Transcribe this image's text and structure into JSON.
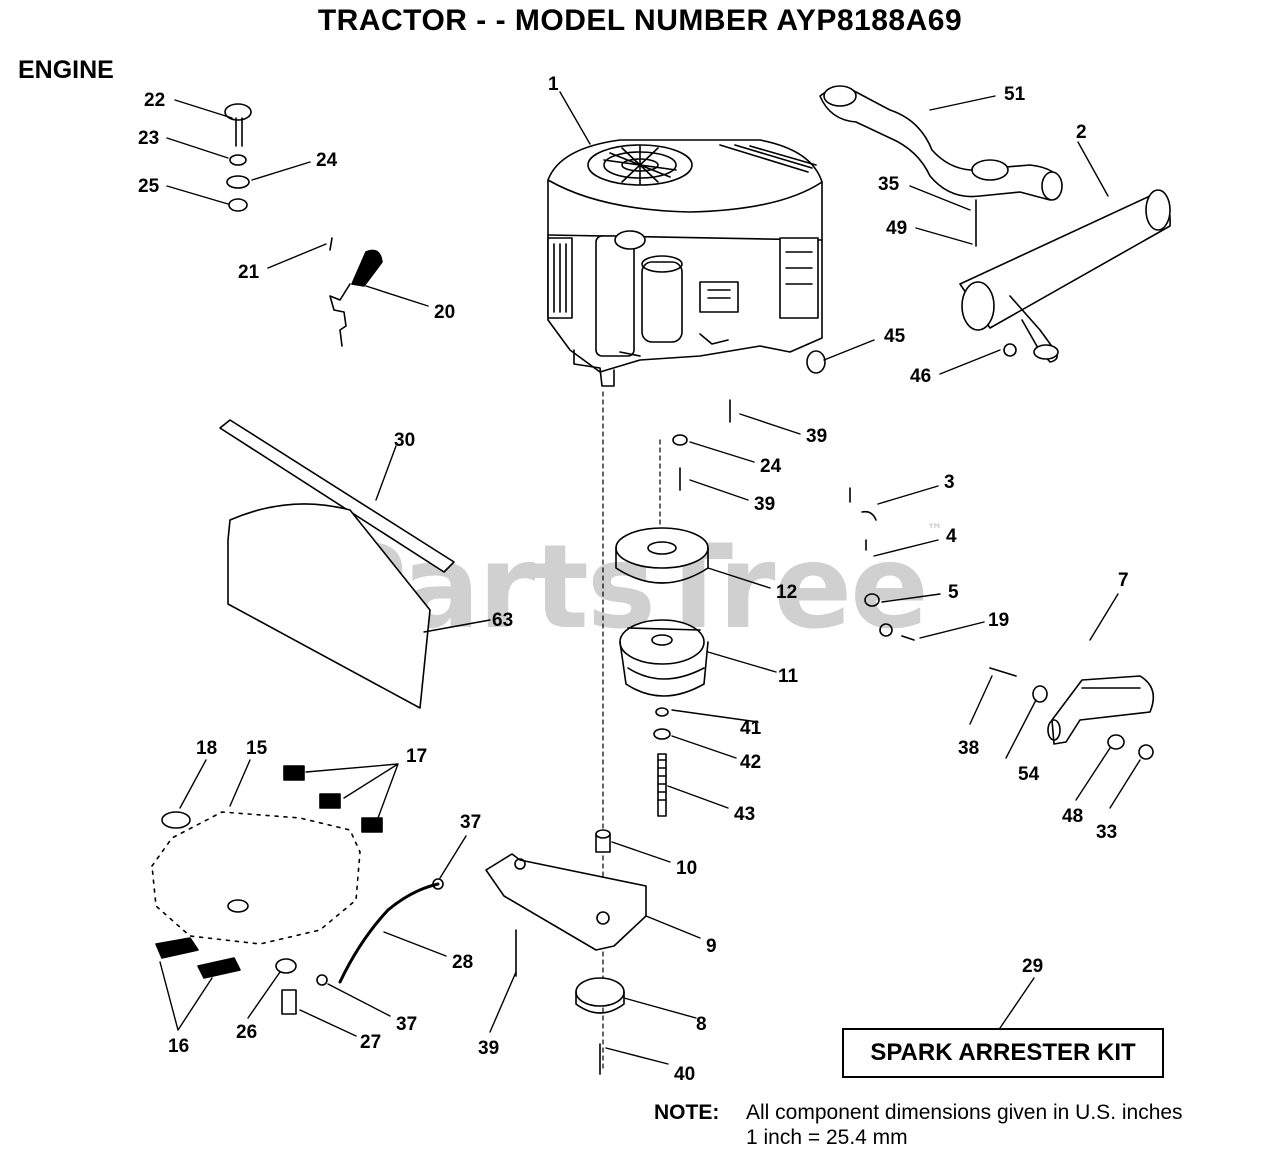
{
  "title": "TRACTOR - - MODEL NUMBER AYP8188A69",
  "section": "ENGINE",
  "watermark": "PartsTree",
  "watermark_tm": "™",
  "kit_label": "SPARK ARRESTER KIT",
  "note": {
    "label": "NOTE:",
    "line1": "All component dimensions given in U.S. inches",
    "line2": "1 inch = 25.4 mm"
  },
  "callouts": [
    "1",
    "2",
    "3",
    "4",
    "5",
    "7",
    "8",
    "9",
    "10",
    "11",
    "12",
    "15",
    "16",
    "17",
    "18",
    "19",
    "20",
    "21",
    "22",
    "23",
    "24",
    "24",
    "25",
    "26",
    "27",
    "28",
    "29",
    "30",
    "33",
    "35",
    "37",
    "37",
    "38",
    "39",
    "39",
    "39",
    "40",
    "41",
    "42",
    "43",
    "45",
    "46",
    "48",
    "49",
    "51",
    "54",
    "63"
  ]
}
